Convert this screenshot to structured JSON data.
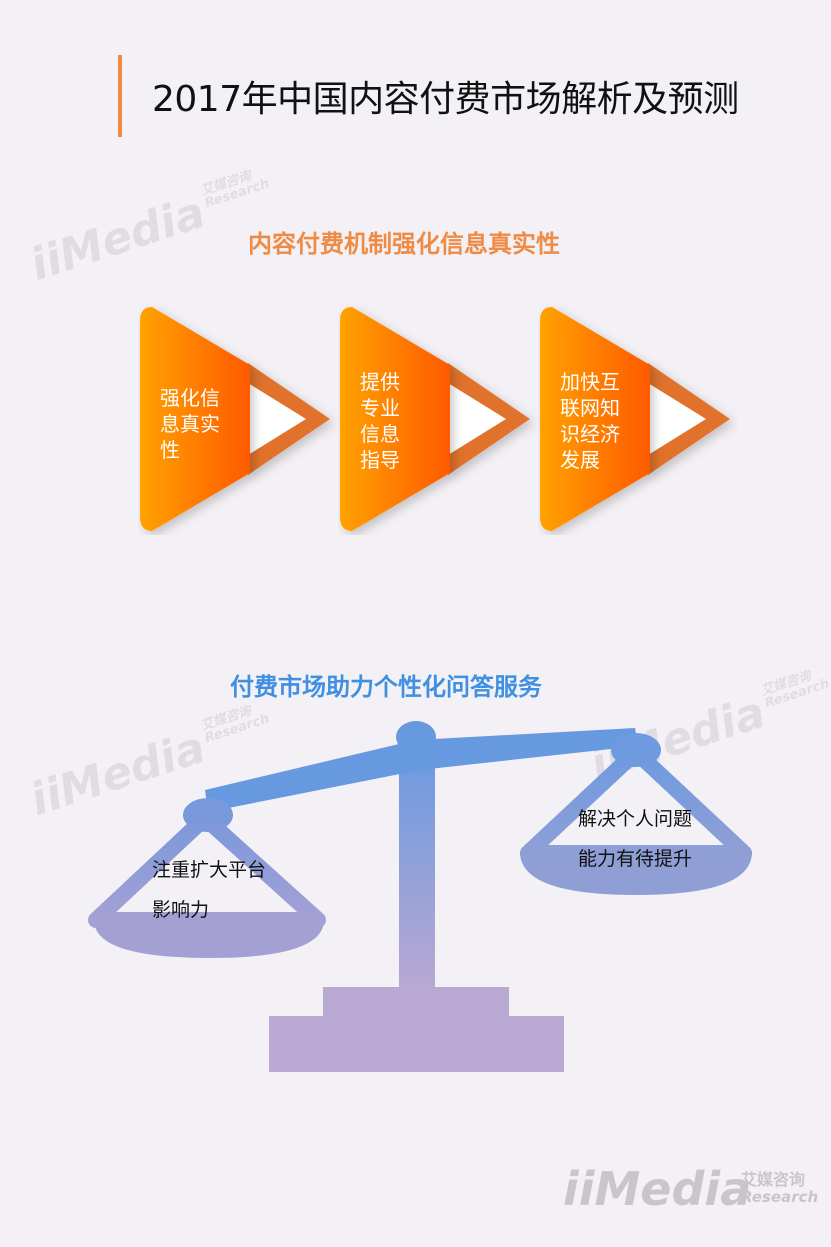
{
  "page_title": "2017年中国内容付费市场解析及预测",
  "section1": {
    "title": "内容付费机制强化信息真实性",
    "steps": [
      {
        "label": "强化信息真实性"
      },
      {
        "label": "提供专业信息指导"
      },
      {
        "label": "加快互联网知识经济发展"
      }
    ]
  },
  "section2": {
    "title": "付费市场助力个性化问答服务",
    "left_pan_text": "注重扩大平台影响力",
    "right_pan_text": "解决个人问题能力有待提升"
  },
  "watermark": {
    "brand": "iiMedia",
    "cn": "艾媒咨询",
    "en": "Research"
  },
  "colors": {
    "accent_orange": "#ef8b45",
    "title_blue": "#3f8fe3",
    "scale_blue": "#6699e0",
    "scale_purple": "#b9a8d2"
  }
}
